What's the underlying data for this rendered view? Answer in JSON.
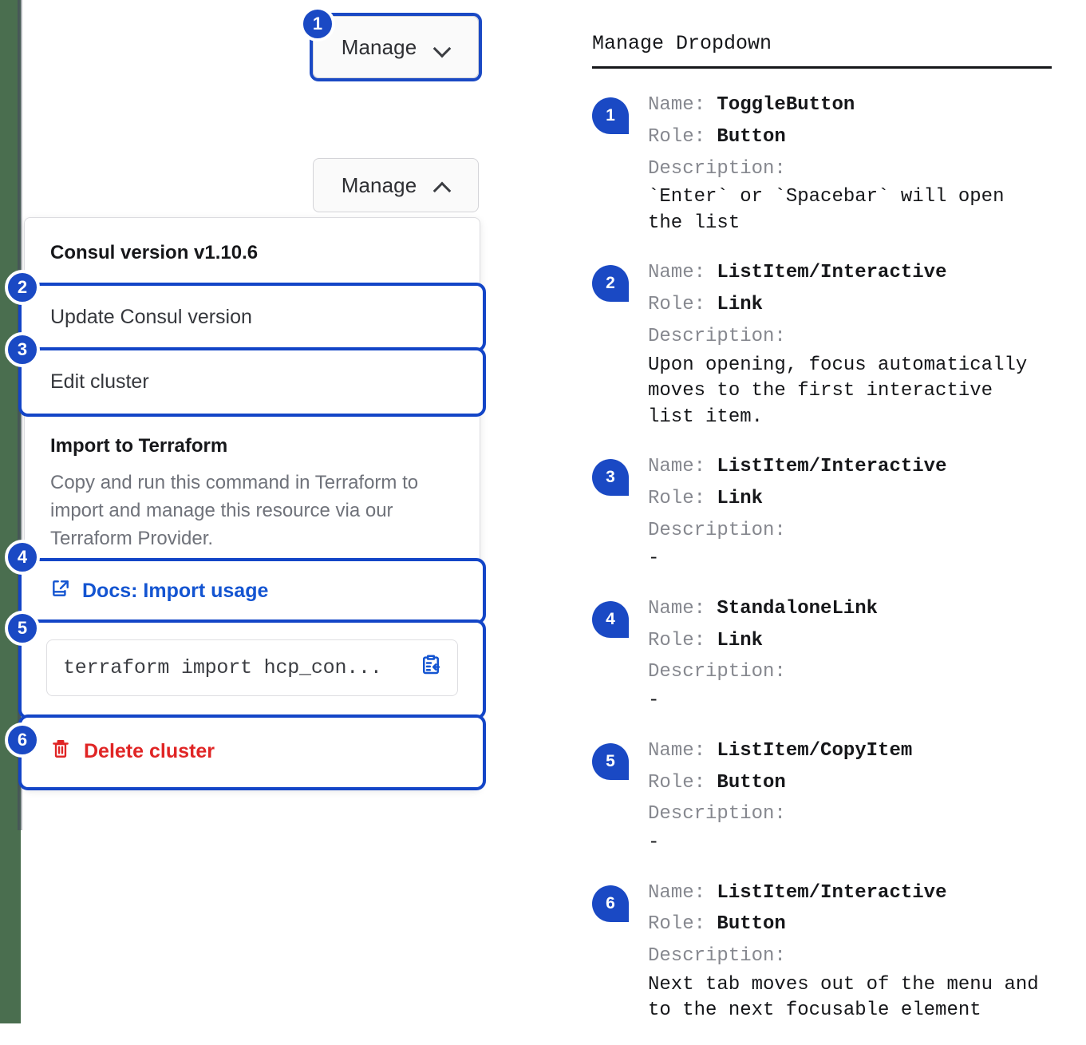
{
  "rail": {
    "color": "#4a6e4f"
  },
  "left": {
    "toggle_closed": {
      "label": "Manage",
      "icon": "chevron-down-icon",
      "state": "collapsed"
    },
    "toggle_open": {
      "label": "Manage",
      "icon": "chevron-up-icon",
      "state": "expanded"
    },
    "dropdown": {
      "header": "Consul version v1.10.6",
      "items": [
        {
          "label": "Update Consul version",
          "highlighted": true
        },
        {
          "label": "Edit cluster",
          "highlighted": true
        }
      ],
      "section": {
        "title": "Import to Terraform",
        "description": "Copy and run this command in Terraform to import and manage this resource via our Terraform Provider.",
        "docs_link": {
          "label": "Docs: Import usage",
          "icon": "docs-external-link-icon",
          "color": "#1354d1"
        },
        "command": {
          "value": "terraform import hcp_con...",
          "copy_icon": "copy-clipboard-icon"
        }
      },
      "delete": {
        "label": "Delete cluster",
        "icon": "trash-icon",
        "color": "#e02525"
      }
    },
    "callouts": [
      "1",
      "2",
      "3",
      "4",
      "5",
      "6"
    ]
  },
  "notes": {
    "title": "Manage Dropdown",
    "labels": {
      "name": "Name:",
      "role": "Role:",
      "description": "Description:"
    },
    "items": [
      {
        "badge": "1",
        "name": "ToggleButton",
        "role": "Button",
        "description": "`Enter` or `Spacebar` will open\nthe list"
      },
      {
        "badge": "2",
        "name": "ListItem/Interactive",
        "role": "Link",
        "description": "Upon opening, focus automatically\nmoves to the first interactive\nlist item."
      },
      {
        "badge": "3",
        "name": "ListItem/Interactive",
        "role": "Link",
        "description": "-"
      },
      {
        "badge": "4",
        "name": "StandaloneLink",
        "role": "Link",
        "description": "-"
      },
      {
        "badge": "5",
        "name": "ListItem/CopyItem",
        "role": "Button",
        "description": "-"
      },
      {
        "badge": "6",
        "name": "ListItem/Interactive",
        "role": "Button",
        "description": "Next tab moves out of the menu and\nto the next focusable element"
      }
    ]
  },
  "colors": {
    "accent": "#1a49c4",
    "link": "#1354d1",
    "danger": "#e02525",
    "rail": "#4a6e4f"
  }
}
